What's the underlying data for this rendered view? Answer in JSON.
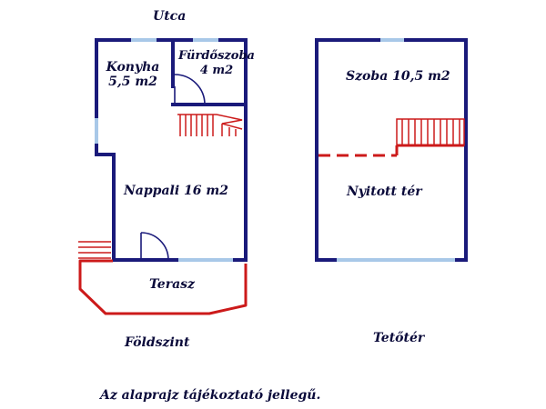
{
  "street": "Utca",
  "ground_floor": {
    "title": "Földszint",
    "rooms": {
      "kitchen": {
        "name": "Konyha",
        "area": "5,5 m2"
      },
      "bathroom": {
        "name": "Fürdőszoba",
        "area": "4 m2"
      },
      "living": {
        "name": "Nappali 16 m2"
      },
      "terrace": {
        "name": "Terasz"
      }
    }
  },
  "attic": {
    "title": "Tetőtér",
    "rooms": {
      "room": {
        "name": "Szoba 10,5 m2"
      },
      "open_space": {
        "name": "Nyitott tér"
      }
    }
  },
  "disclaimer": "Az alaprajz tájékoztató jellegű.",
  "colors": {
    "wall": "#1a1a7a",
    "window": "#a8c8e8",
    "stairs_and_terrace": "#cc1a1a",
    "text": "#0a0a3a"
  }
}
